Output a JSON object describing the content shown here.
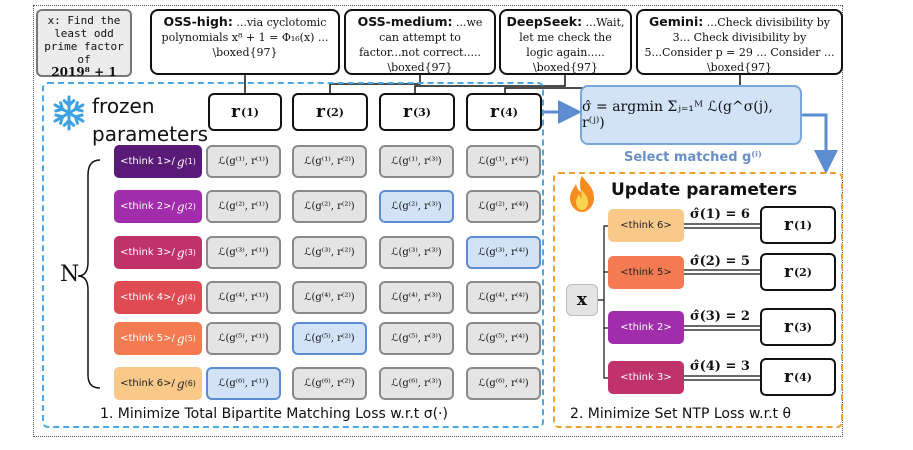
{
  "question": {
    "label": "x: Find the least odd prime factor of",
    "math": "2019⁸ + 1"
  },
  "responses": [
    {
      "name": "OSS-high:",
      "text": "...via cyclotomic polynomials x⁸ + 1 = Φ₁₆(x) ... \\boxed{97}"
    },
    {
      "name": "OSS-medium:",
      "text": "...we can attempt to factor...not correct..... \\boxed{97}"
    },
    {
      "name": "DeepSeek:",
      "text": "...Wait, let me check the logic again..... \\boxed{97}"
    },
    {
      "name": "Gemini:",
      "text": "...Check divisibility by 3... Check divisibility by 5...Consider p = 29 ... Consider ... \\boxed{97}"
    }
  ],
  "r_labels": [
    "r",
    "r",
    "r",
    "r"
  ],
  "r_sups": [
    "(1)",
    "(2)",
    "(3)",
    "(4)"
  ],
  "frozen_label": "frozen parameters",
  "n_label": "N",
  "think_rows": [
    {
      "label": "<think 1>/",
      "g": "g",
      "sup": "(1)",
      "color": "#5a1a78",
      "cells": [
        "ℒ(g⁽¹⁾, r⁽¹⁾)",
        "ℒ(g⁽¹⁾, r⁽²⁾)",
        "ℒ(g⁽¹⁾, r⁽³⁾)",
        "ℒ(g⁽¹⁾, r⁽⁴⁾)"
      ],
      "highlight": -1
    },
    {
      "label": "<think 2>/",
      "g": "g",
      "sup": "(2)",
      "color": "#a22dac",
      "cells": [
        "ℒ(g⁽²⁾, r⁽¹⁾)",
        "ℒ(g⁽²⁾, r⁽²⁾)",
        "ℒ(g⁽²⁾, r⁽³⁾)",
        "ℒ(g⁽²⁾, r⁽⁴⁾)"
      ],
      "highlight": 2
    },
    {
      "label": "<think 3>/",
      "g": "g",
      "sup": "(3)",
      "color": "#c0336a",
      "cells": [
        "ℒ(g⁽³⁾, r⁽¹⁾)",
        "ℒ(g⁽³⁾, r⁽²⁾)",
        "ℒ(g⁽³⁾, r⁽³⁾)",
        "ℒ(g⁽³⁾, r⁽⁴⁾)"
      ],
      "highlight": 3
    },
    {
      "label": "<think 4>/",
      "g": "g",
      "sup": "(4)",
      "color": "#e04a52",
      "cells": [
        "ℒ(g⁽⁴⁾, r⁽¹⁾)",
        "ℒ(g⁽⁴⁾, r⁽²⁾)",
        "ℒ(g⁽⁴⁾, r⁽³⁾)",
        "ℒ(g⁽⁴⁾, r⁽⁴⁾)"
      ],
      "highlight": -1
    },
    {
      "label": "<think 5>/",
      "g": "g",
      "sup": "(5)",
      "color": "#f47a52",
      "cells": [
        "ℒ(g⁽⁵⁾, r⁽¹⁾)",
        "ℒ(g⁽⁵⁾, r⁽²⁾)",
        "ℒ(g⁽⁵⁾, r⁽³⁾)",
        "ℒ(g⁽⁵⁾, r⁽⁴⁾)"
      ],
      "highlight": 1
    },
    {
      "label": "<think 6>/",
      "g": "g",
      "sup": "(6)",
      "color": "#f9c98a",
      "dark_text": true,
      "cells": [
        "ℒ(g⁽⁶⁾, r⁽¹⁾)",
        "ℒ(g⁽⁶⁾, r⁽²⁾)",
        "ℒ(g⁽⁶⁾, r⁽³⁾)",
        "ℒ(g⁽⁶⁾, r⁽⁴⁾)"
      ],
      "highlight": 0
    }
  ],
  "argmin_formula": "σ̂ = argmin Σⱼ₌₁ᴹ ℒ(g^σ(j), r⁽ʲ⁾)",
  "select_label": "Select matched g⁽ⁱ⁾",
  "update_label": "Update parameters",
  "x_label": "x",
  "update_rows": [
    {
      "label": "<think 6>",
      "color": "#f9c98a",
      "dark_text": true,
      "sigma": "σ̂(1) = 6",
      "r": "r",
      "sup": "(1)"
    },
    {
      "label": "<think 5>",
      "color": "#f47a52",
      "dark_text": true,
      "sigma": "σ̂(2) = 5",
      "r": "r",
      "sup": "(2)"
    },
    {
      "label": "<think 2>",
      "color": "#a22dac",
      "sigma": "σ̂(3) = 2",
      "r": "r",
      "sup": "(3)"
    },
    {
      "label": "<think 3>",
      "color": "#c0336a",
      "sigma": "σ̂(4) = 3",
      "r": "r",
      "sup": "(4)"
    }
  ],
  "caption_left": "1. Minimize Total Bipartite Matching Loss w.r.t σ(·)",
  "caption_right": "2. Minimize Set NTP Loss w.r.t θ",
  "icons": [
    "snowflake-icon",
    "fire-icon"
  ],
  "colors": {
    "blue_accent": "#4aa8e6",
    "orange_accent": "#f0a030",
    "highlight_cell": "#d2e3f7"
  }
}
